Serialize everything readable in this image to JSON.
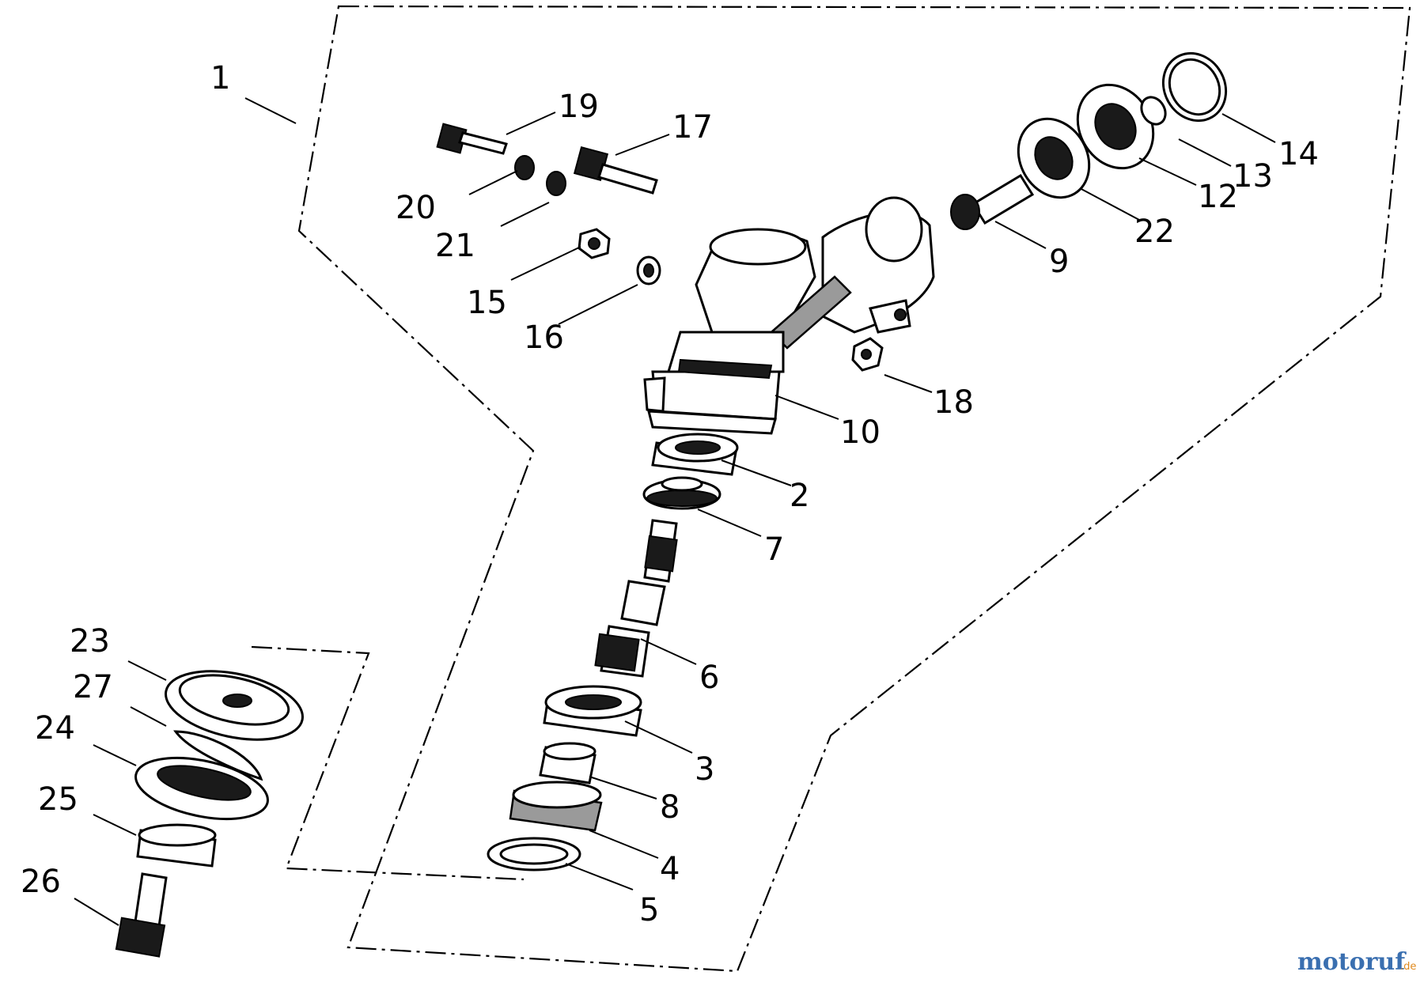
{
  "callouts": [
    "1",
    "2",
    "3",
    "4",
    "5",
    "6",
    "7",
    "8",
    "9",
    "10",
    "12",
    "13",
    "14",
    "15",
    "16",
    "17",
    "18",
    "19",
    "20",
    "21",
    "22",
    "23",
    "24",
    "25",
    "26",
    "27"
  ],
  "watermark": {
    "brand": "motoruf",
    "suffix": ".de",
    "brand_color": "#3a6fb0",
    "accent_color": "#e08a1e"
  }
}
